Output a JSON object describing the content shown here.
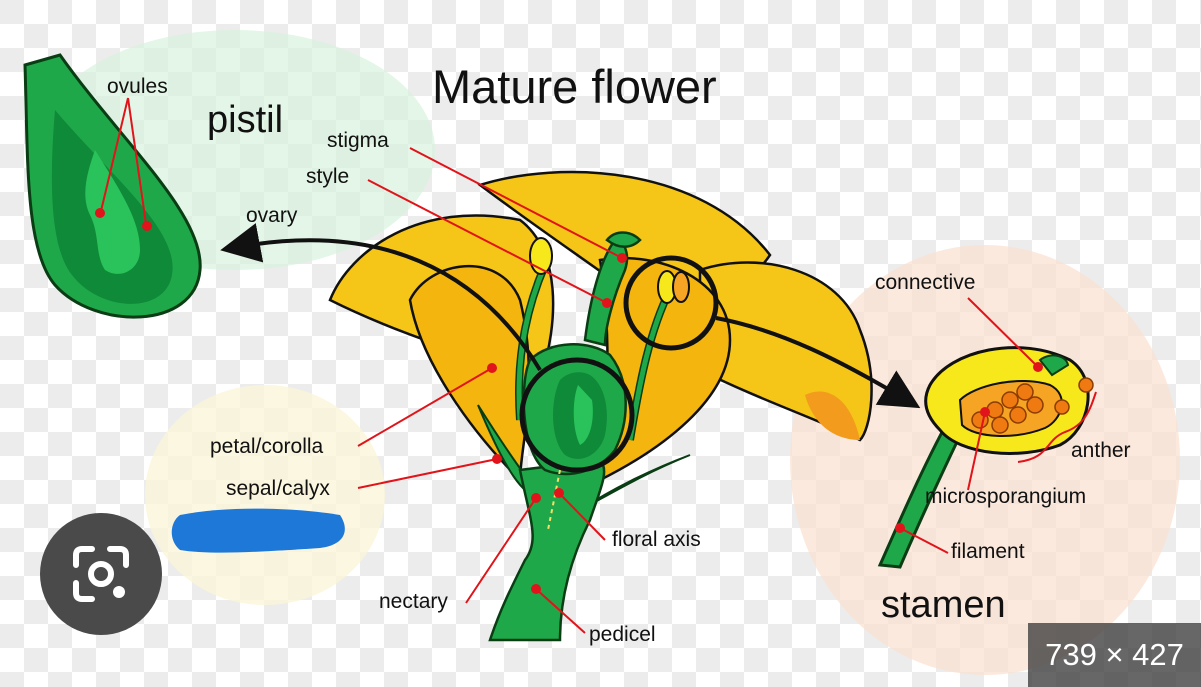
{
  "title": "Mature flower",
  "sections": {
    "pistil": "pistil",
    "stamen": "stamen"
  },
  "labels": {
    "ovules": "ovules",
    "stigma": "stigma",
    "style": "style",
    "ovary": "ovary",
    "petal": "petal/corolla",
    "sepal": "sepal/calyx",
    "nectary": "nectary",
    "floral_axis": "floral axis",
    "pedicel": "pedicel",
    "connective": "connective",
    "anther": "anther",
    "microsporangium": "microsporangium",
    "filament": "filament"
  },
  "overlay": {
    "dimensions": "739 × 427",
    "lens_icon": "google-lens-icon"
  },
  "colors": {
    "petal": "#f5c518",
    "green": "#1fa84a",
    "dark_green": "#0b7a30",
    "pointer": "#e0141a"
  }
}
